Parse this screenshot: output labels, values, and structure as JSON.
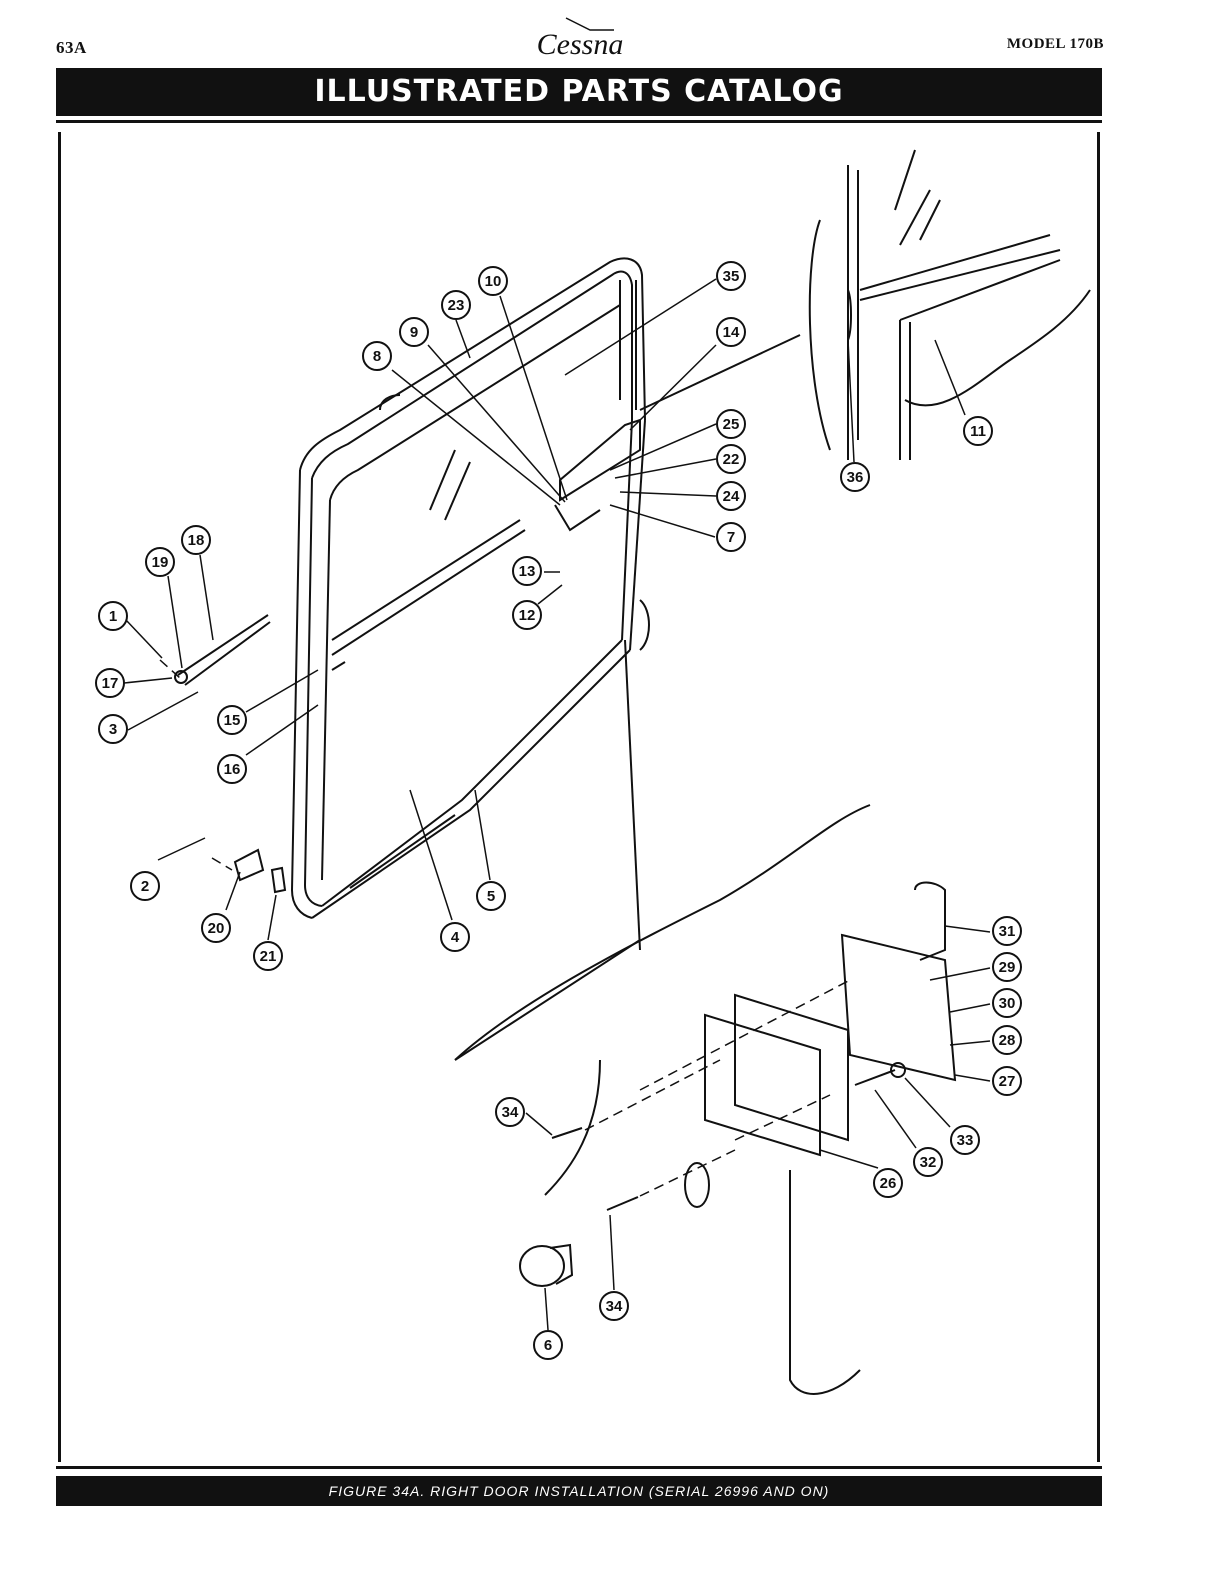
{
  "header": {
    "page_number": "63A",
    "brand": "Cessna",
    "model": "MODEL 170B",
    "title": "ILLUSTRATED PARTS CATALOG"
  },
  "figure": {
    "caption": "FIGURE 34A.    RIGHT DOOR INSTALLATION (SERIAL 26996 AND ON)",
    "callouts": [
      "1",
      "2",
      "3",
      "4",
      "5",
      "6",
      "7",
      "8",
      "9",
      "10",
      "11",
      "12",
      "13",
      "14",
      "15",
      "16",
      "17",
      "18",
      "19",
      "20",
      "21",
      "22",
      "23",
      "24",
      "25",
      "26",
      "27",
      "28",
      "29",
      "30",
      "31",
      "32",
      "33",
      "34",
      "34",
      "35",
      "36"
    ]
  }
}
